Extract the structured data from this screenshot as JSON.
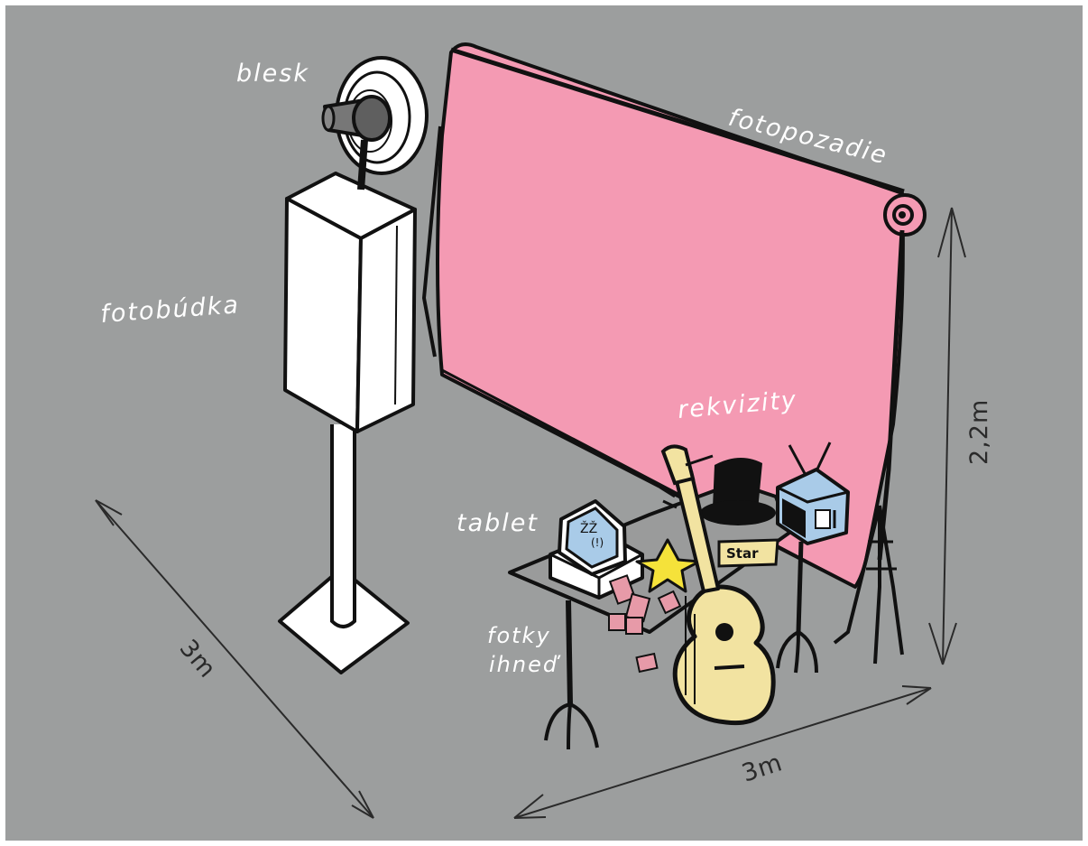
{
  "colors": {
    "background": "#9c9e9e",
    "backdrop": "#f49ab3",
    "outline": "#111111",
    "booth": "#ffffff",
    "guitar": "#f2e3a1",
    "star": "#f5e23a",
    "tv": "#a9cbe8",
    "photos": "#e79aa8"
  },
  "labels": {
    "flash": "blesk",
    "backdrop": "fotopozadie",
    "booth": "fotobúdka",
    "props": "rekvizity",
    "tablet": "tablet",
    "instant_photos_line1": "fotky",
    "instant_photos_line2": "ihneď"
  },
  "dimensions": {
    "depth": "3m",
    "width": "3m",
    "height": "2,2m"
  },
  "sign": "Star",
  "icons": [
    "flash-icon",
    "photo-booth-icon",
    "backdrop-icon",
    "table-icon",
    "printer-icon",
    "star-icon",
    "guitar-icon",
    "top-hat-icon",
    "tv-icon",
    "sign-icon"
  ]
}
